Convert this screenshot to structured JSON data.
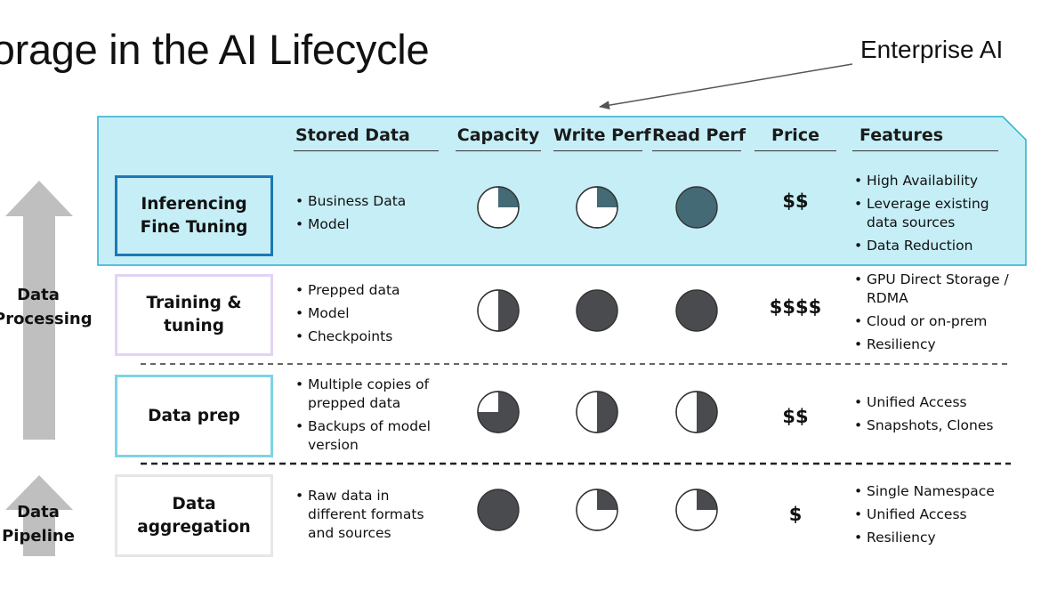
{
  "title": "torage in the AI Lifecycle",
  "callout": "Enterprise AI",
  "columns": [
    "Stored Data",
    "Capacity",
    "Write Perf",
    "Read Perf",
    "Price",
    "Features"
  ],
  "side_labels": {
    "processing": [
      "Data",
      "Processing"
    ],
    "pipeline": [
      "Data",
      "Pipeline"
    ]
  },
  "colors": {
    "highlight_fill": "#c5eef6",
    "highlight_border": "#2aaecb",
    "dark_circle": "#4a4b4f",
    "teal_circle": "#446a75",
    "arrow_gray": "#bfbfbf"
  },
  "rows": [
    {
      "stage": [
        "Inferencing",
        "Fine Tuning"
      ],
      "stored_data": [
        "Business Data",
        "Model"
      ],
      "capacity": 0.25,
      "write_perf": 0.25,
      "read_perf": 1,
      "price": "$$",
      "features": [
        "High Availability",
        "Leverage existing data sources",
        "Data Reduction"
      ],
      "box_color": "#1f77b4"
    },
    {
      "stage": [
        "Training & tuning"
      ],
      "stored_data": [
        "Prepped data",
        "Model",
        "Checkpoints"
      ],
      "capacity": 0.5,
      "write_perf": 1,
      "read_perf": 1,
      "price": "$$$$",
      "features": [
        "GPU Direct Storage / RDMA",
        "Cloud or on-prem",
        "Resiliency"
      ],
      "box_color": "#e2d3f3"
    },
    {
      "stage": [
        "Data prep"
      ],
      "stored_data": [
        "Multiple copies of prepped data",
        "Backups of model version"
      ],
      "capacity": 0.75,
      "write_perf": 0.5,
      "read_perf": 0.5,
      "price": "$$",
      "features": [
        "Unified Access",
        "Snapshots, Clones"
      ],
      "box_color": "#7fd3e6"
    },
    {
      "stage": [
        "Data aggregation"
      ],
      "stored_data": [
        "Raw data in different formats and sources"
      ],
      "capacity": 1,
      "write_perf": 0.25,
      "read_perf": 0.25,
      "price": "$",
      "features": [
        "Single Namespace",
        "Unified Access",
        "Resiliency"
      ],
      "box_color": "#e6e6e6"
    }
  ]
}
